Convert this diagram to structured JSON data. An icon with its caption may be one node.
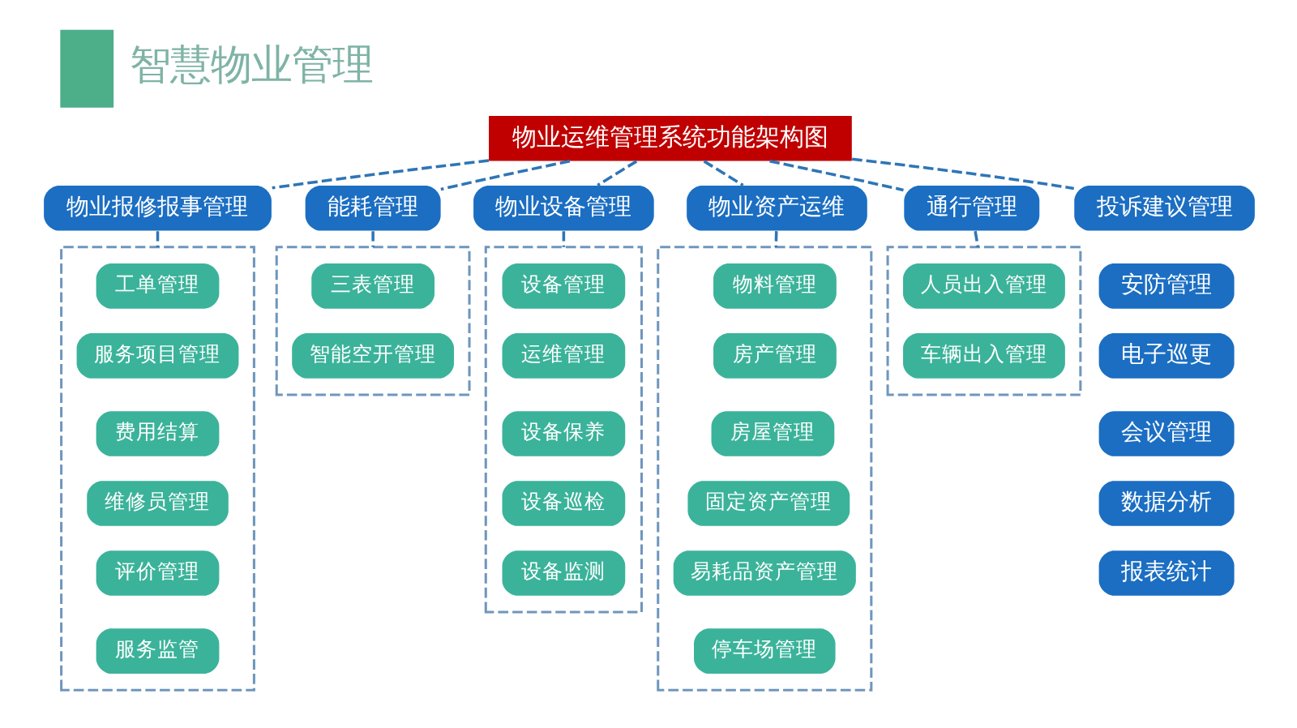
{
  "diagram": {
    "title": "智慧物业管理",
    "nodes": [
      {
        "text": [
          "物业运维管理系统功能架构图"
        ]
      },
      {
        "text": [
          "物业报修报事管理"
        ]
      },
      {
        "text": [
          "能耗管理"
        ]
      },
      {
        "text": [
          "物业设备管理"
        ]
      },
      {
        "text": [
          "物业资产运维"
        ]
      },
      {
        "text": [
          "通行管理"
        ]
      },
      {
        "text": [
          "投诉建议管理"
        ]
      },
      {
        "text": [],
        "shape": "box"
      },
      {
        "text": [
          "工单管理"
        ],
        "in": 7
      },
      {
        "text": [
          "服务项目管理"
        ],
        "in": 7
      },
      {
        "text": [
          "费用结算"
        ],
        "in": 7
      },
      {
        "text": [
          "维修员管理"
        ],
        "in": 7
      },
      {
        "text": [
          "评价管理"
        ],
        "in": 7
      },
      {
        "text": [
          "服务监管"
        ],
        "in": 7
      },
      {
        "text": [],
        "shape": "box"
      },
      {
        "text": [
          "三表管理"
        ],
        "in": 14
      },
      {
        "text": [
          "智能空开管理"
        ],
        "in": 14
      },
      {
        "text": [],
        "shape": "box"
      },
      {
        "text": [
          "设备管理"
        ],
        "in": 17
      },
      {
        "text": [
          "运维管理"
        ],
        "in": 17
      },
      {
        "text": [
          "设备保养"
        ],
        "in": 17
      },
      {
        "text": [
          "设备巡检"
        ],
        "in": 17
      },
      {
        "text": [
          "设备监测"
        ],
        "in": 17
      },
      {
        "text": [],
        "shape": "box"
      },
      {
        "text": [
          "物料管理"
        ],
        "in": 23
      },
      {
        "text": [
          "房产管理"
        ],
        "in": 23
      },
      {
        "text": [
          "房屋管理"
        ],
        "in": 23
      },
      {
        "text": [
          "固定资产管理"
        ],
        "in": 23
      },
      {
        "text": [
          "易耗品资产管理"
        ],
        "in": 23
      },
      {
        "text": [
          "停车场管理"
        ],
        "in": 23
      },
      {
        "text": [],
        "shape": "box"
      },
      {
        "text": [
          "人员出入管理"
        ],
        "in": 30
      },
      {
        "text": [
          "车辆出入管理"
        ],
        "in": 30
      },
      {
        "text": [
          "安防管理"
        ]
      },
      {
        "text": [
          "电子巡更"
        ]
      },
      {
        "text": [
          "会议管理"
        ]
      },
      {
        "text": [
          "数据分析"
        ]
      },
      {
        "text": [
          "报表统计"
        ]
      }
    ],
    "edges": [
      {
        "from": 0,
        "to": 1,
        "arrow": "none",
        "style": "dashed"
      },
      {
        "from": 0,
        "to": 2,
        "arrow": "none",
        "style": "dashed"
      },
      {
        "from": 0,
        "to": 3,
        "arrow": "none",
        "style": "dashed"
      },
      {
        "from": 0,
        "to": 4,
        "arrow": "none",
        "style": "dashed"
      },
      {
        "from": 0,
        "to": 5,
        "arrow": "none",
        "style": "dashed"
      },
      {
        "from": 0,
        "to": 6,
        "arrow": "none",
        "style": "dashed"
      },
      {
        "from": 1,
        "to": 7,
        "arrow": "none",
        "style": "dashed"
      },
      {
        "from": 2,
        "to": 14,
        "arrow": "none",
        "style": "dashed"
      },
      {
        "from": 3,
        "to": 17,
        "arrow": "none",
        "style": "dashed"
      },
      {
        "from": 4,
        "to": 23,
        "arrow": "none",
        "style": "dashed"
      },
      {
        "from": 5,
        "to": 30,
        "arrow": "none",
        "style": "dashed"
      }
    ]
  }
}
